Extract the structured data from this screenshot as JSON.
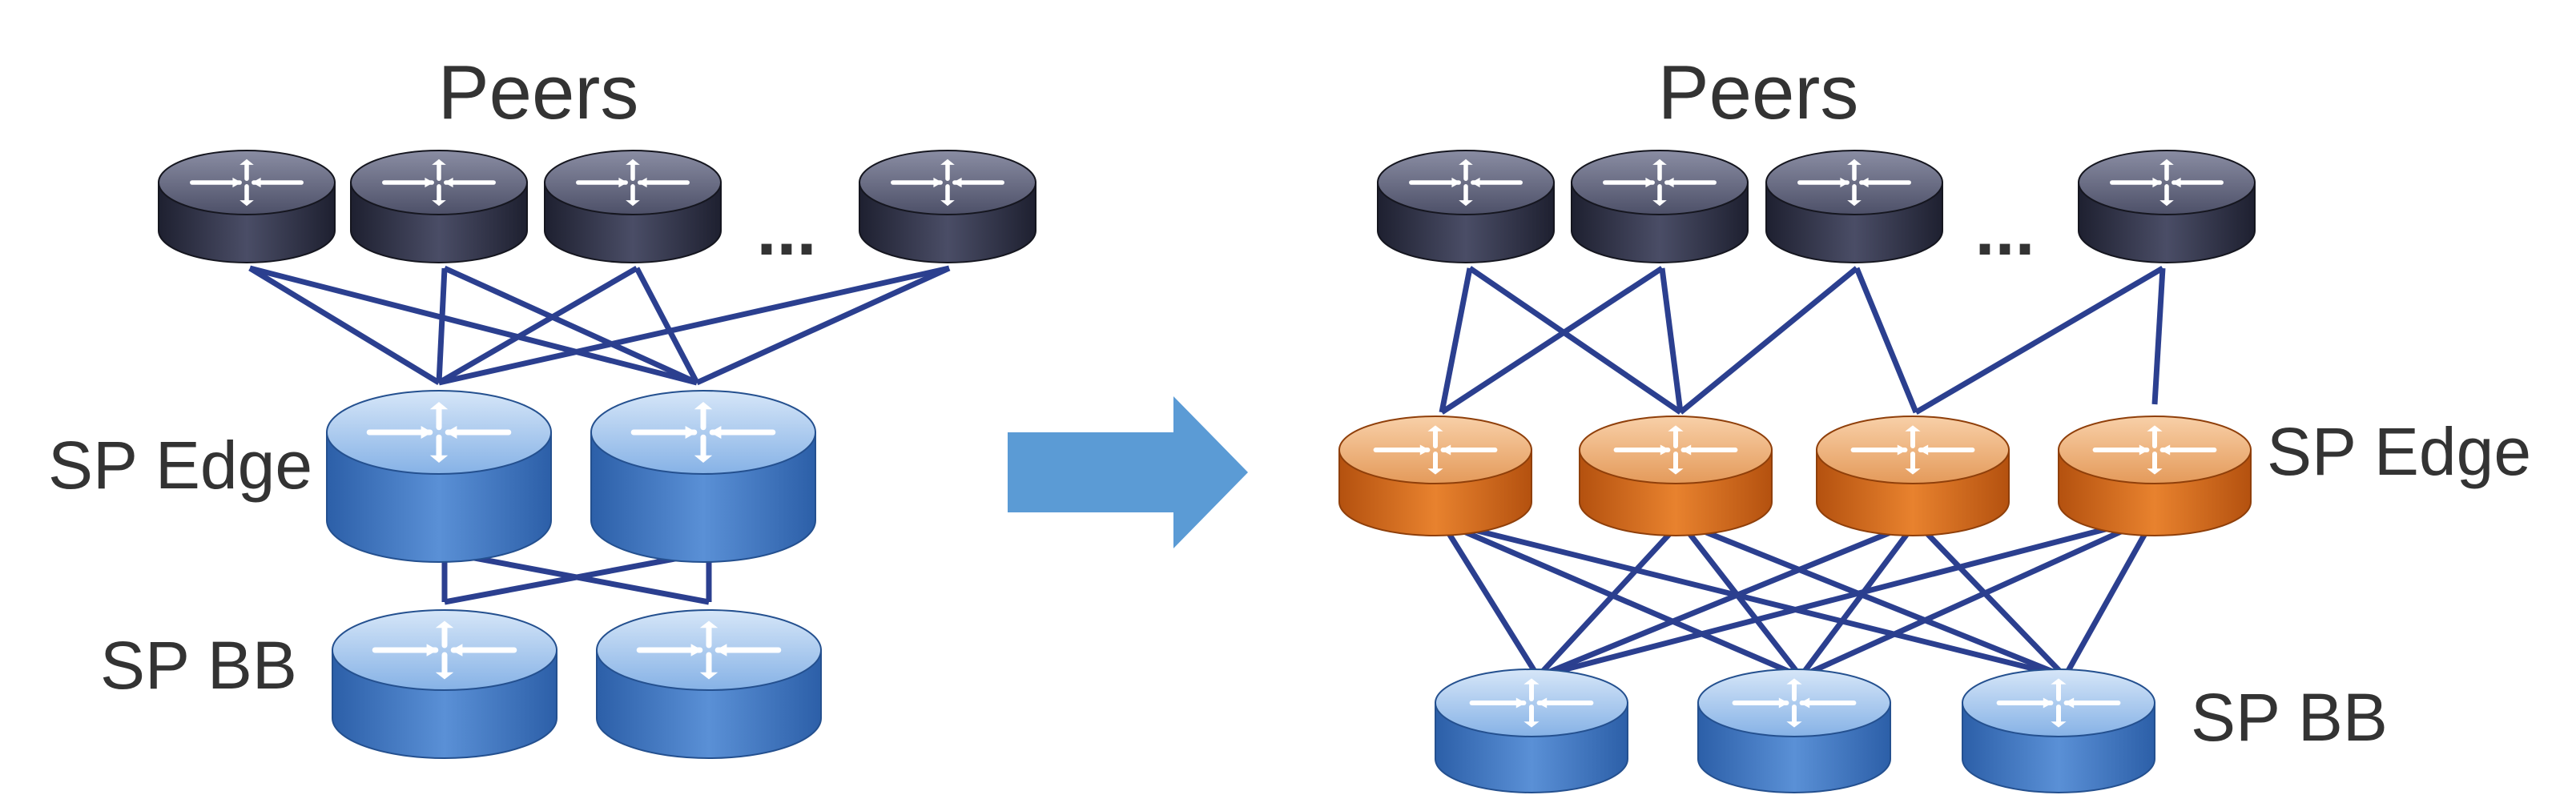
{
  "left": {
    "peers_label": "Peers",
    "ellipsis": "...",
    "edge_label": "SP Edge",
    "bb_label": "SP BB"
  },
  "right": {
    "peers_label": "Peers",
    "ellipsis": "...",
    "edge_label": "SP Edge",
    "bb_label": "SP BB"
  },
  "colors": {
    "link": "#2b3f8f",
    "arrow": "#5b9bd5",
    "peer_router": "dark-slate",
    "edge_router_left": "blue",
    "edge_router_right": "orange",
    "bb_router": "blue"
  },
  "icons": [
    "router-icon",
    "transform-arrow-icon"
  ]
}
